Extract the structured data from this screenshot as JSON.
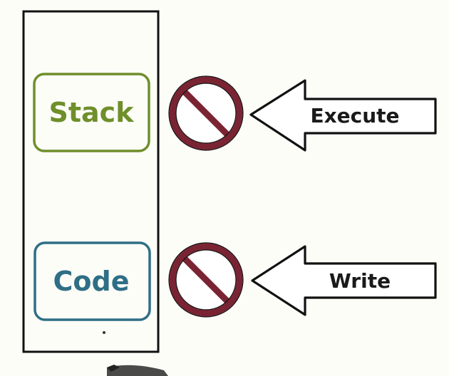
{
  "segments": {
    "stack": {
      "label": "Stack",
      "color": "#6f8f2a"
    },
    "code": {
      "label": "Code",
      "color": "#2f6f86"
    }
  },
  "arrows": {
    "execute": {
      "label": "Execute"
    },
    "write": {
      "label": "Write"
    }
  },
  "colors": {
    "prohibition": "#7a2433",
    "outline": "#111111",
    "background": "#fdfdf8"
  },
  "icons": {
    "prohibition": "no-entry-icon",
    "arrow": "left-arrow-icon"
  }
}
